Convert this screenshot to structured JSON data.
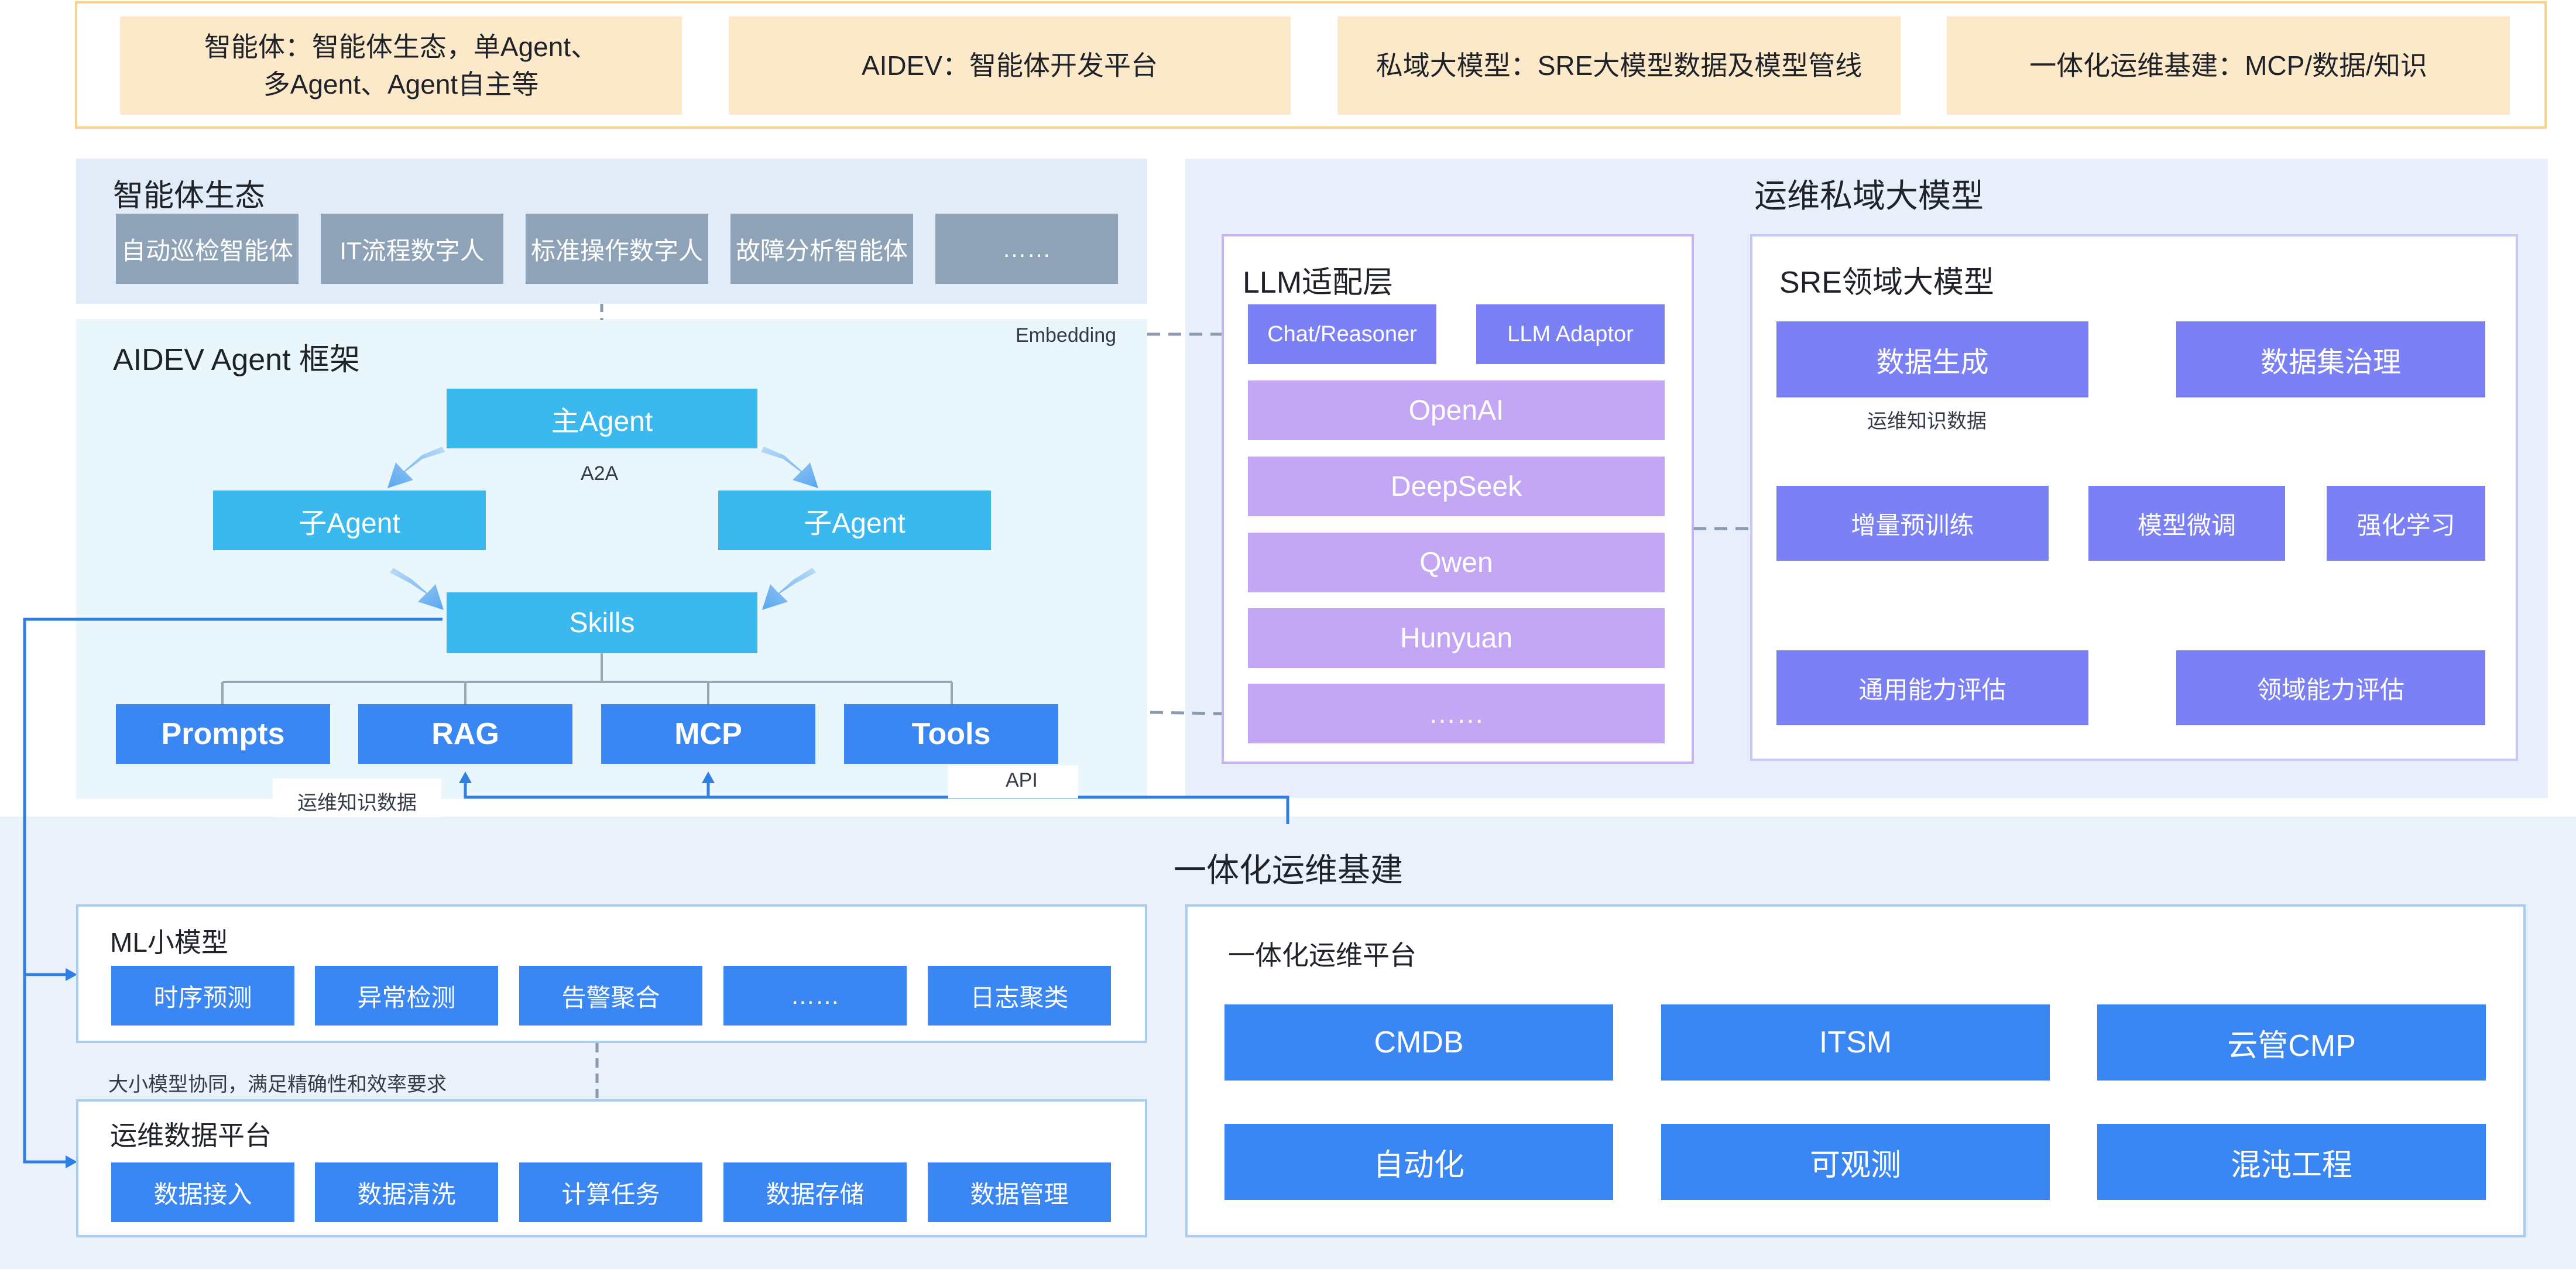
{
  "top_bar": [
    {
      "line1": "智能体：智能体生态，单Agent、",
      "line2": "多Agent、Agent自主等"
    },
    {
      "line1": "AIDEV：智能体开发平台",
      "line2": ""
    },
    {
      "line1": "私域大模型：SRE大模型数据及模型管线",
      "line2": ""
    },
    {
      "line1": "一体化运维基建：MCP/数据/知识",
      "line2": ""
    }
  ],
  "ecosystem": {
    "title": "智能体生态",
    "items": [
      "自动巡检智能体",
      "IT流程数字人",
      "标准操作数字人",
      "故障分析智能体",
      "……"
    ]
  },
  "aidev": {
    "title": "AIDEV Agent 框架",
    "main_agent": "主Agent",
    "a2a": "A2A",
    "sub_agent_left": "子Agent",
    "sub_agent_right": "子Agent",
    "skills": "Skills",
    "tools": [
      "Prompts",
      "RAG",
      "MCP",
      "Tools"
    ],
    "rag_note": "运维知识数据",
    "api_note": "API",
    "embedding": "Embedding"
  },
  "private_llm": {
    "title": "运维私域大模型",
    "adapter": {
      "title": "LLM适配层",
      "chat_reasoner": "Chat/Reasoner",
      "llm_adaptor": "LLM Adaptor",
      "models": [
        "OpenAI",
        "DeepSeek",
        "Qwen",
        "Hunyuan",
        "……"
      ]
    },
    "sre": {
      "title": "SRE领域大模型",
      "data_gen": "数据生成",
      "dataset_gov": "数据集治理",
      "ops_knowledge": "运维知识数据",
      "pretrain": "增量预训练",
      "finetune": "模型微调",
      "rl": "强化学习",
      "general_eval": "通用能力评估",
      "domain_eval": "领域能力评估"
    }
  },
  "infra": {
    "title": "一体化运维基建",
    "ml": {
      "title": "ML小模型",
      "items": [
        "时序预测",
        "异常检测",
        "告警聚合",
        "……",
        "日志聚类"
      ]
    },
    "collab_note": "大小模型协同，满足精确性和效率要求",
    "data_platform": {
      "title": "运维数据平台",
      "items": [
        "数据接入",
        "数据清洗",
        "计算任务",
        "数据存储",
        "数据管理"
      ]
    },
    "ops_platform": {
      "title": "一体化运维平台",
      "items": [
        "CMDB",
        "ITSM",
        "云管CMP",
        "自动化",
        "可观测",
        "混沌工程"
      ]
    }
  }
}
